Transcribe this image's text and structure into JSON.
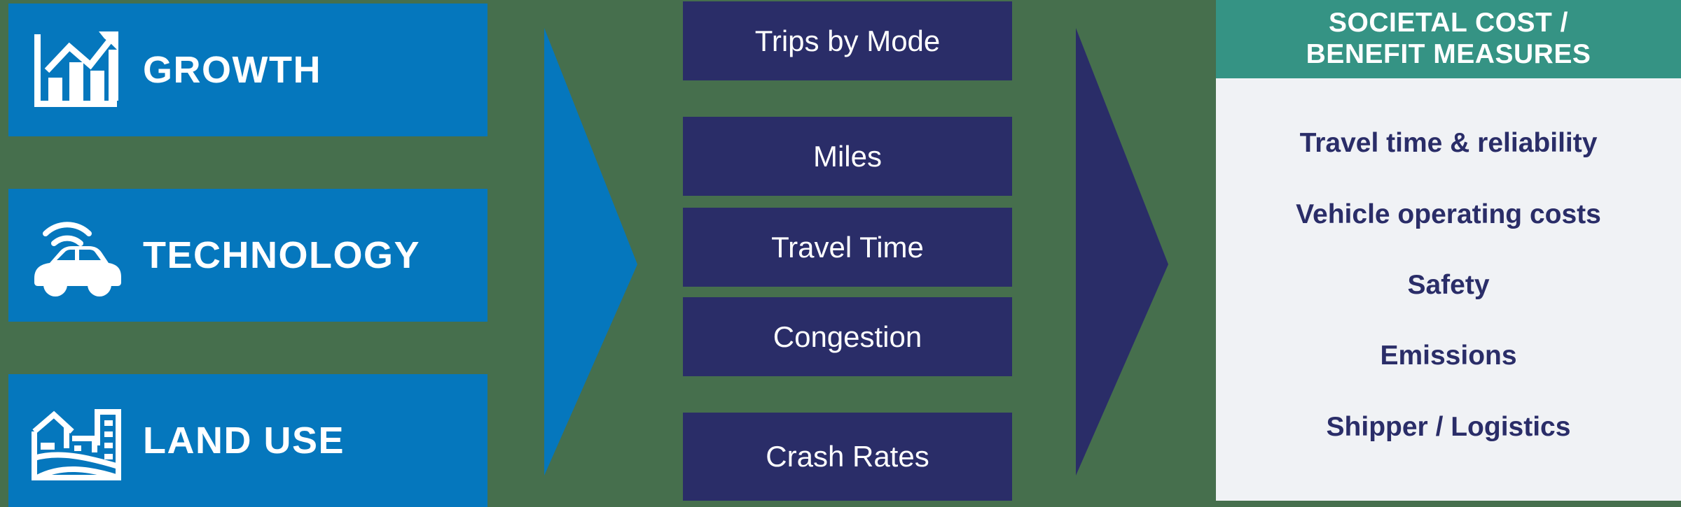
{
  "diagram": {
    "title": "Transportation analysis framework flow",
    "colors": {
      "background_green": "#466f4d",
      "driver_blue": "#0577bd",
      "metric_navy": "#2a2d68",
      "outcome_teal": "#359384",
      "panel_gray": "#f0f2f5",
      "text_white": "#ffffff"
    }
  },
  "drivers": {
    "items": [
      {
        "label": "GROWTH",
        "icon": "bar-chart-growth-icon"
      },
      {
        "label": "TECHNOLOGY",
        "icon": "connected-car-icon"
      },
      {
        "label": "LAND USE",
        "icon": "buildings-landscape-icon"
      }
    ]
  },
  "arrows": {
    "first": {
      "icon": "right-arrow-blue-icon"
    },
    "second": {
      "icon": "right-arrow-navy-icon"
    }
  },
  "metrics": {
    "items": [
      {
        "label": "Trips by Mode"
      },
      {
        "label": "Miles"
      },
      {
        "label": "Travel Time"
      },
      {
        "label": "Congestion"
      },
      {
        "label": "Crash Rates"
      }
    ]
  },
  "outcomes": {
    "header_line1": "SOCIETAL COST /",
    "header_line2": "BENEFIT MEASURES",
    "items": [
      {
        "label": "Travel time & reliability"
      },
      {
        "label": "Vehicle operating costs"
      },
      {
        "label": "Safety"
      },
      {
        "label": "Emissions"
      },
      {
        "label": "Shipper / Logistics"
      }
    ]
  }
}
